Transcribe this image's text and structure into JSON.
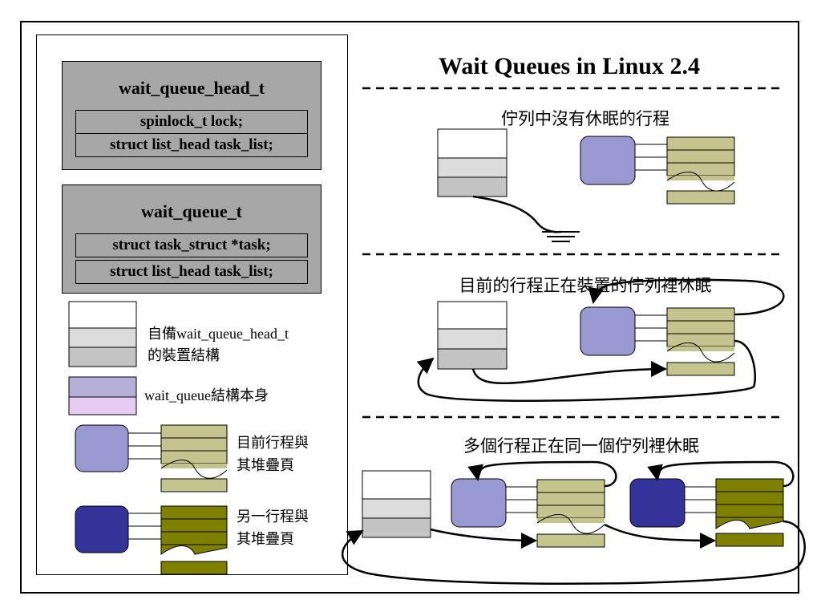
{
  "title": "Wait Queues in Linux 2.4",
  "wait_queue_head_t": {
    "name": "wait_queue_head_t",
    "fields": [
      "spinlock_t lock;",
      "struct list_head task_list;"
    ]
  },
  "wait_queue_t": {
    "name": "wait_queue_t",
    "fields": [
      "struct task_struct *task;",
      "struct list_head task_list;"
    ]
  },
  "legend": {
    "device_line1": "自備wait_queue_head_t",
    "device_line2": "的裝置結構",
    "wait_queue": "wait_queue結構本身",
    "proc1_line1": "目前行程與",
    "proc1_line2": "其堆疊頁",
    "proc2_line1": "另一行程與",
    "proc2_line2": "其堆疊頁"
  },
  "sections": [
    "佇列中沒有休眠的行程",
    "目前的行程正在裝置的佇列裡休眠",
    "多個行程正在同一個佇列裡休眠"
  ],
  "colors": {
    "struct_gray": "#a6a6a6",
    "device_white": "#ffffff",
    "device_light": "#dcdcdc",
    "device_mid": "#c4c4c4",
    "wq_top": "#b4b0d8",
    "wq_bottom": "#e6ccf2",
    "proc_light": "#9a98d0",
    "proc_dark": "#333399",
    "stack_light": "#c5c38e",
    "stack_dark": "#808000"
  }
}
